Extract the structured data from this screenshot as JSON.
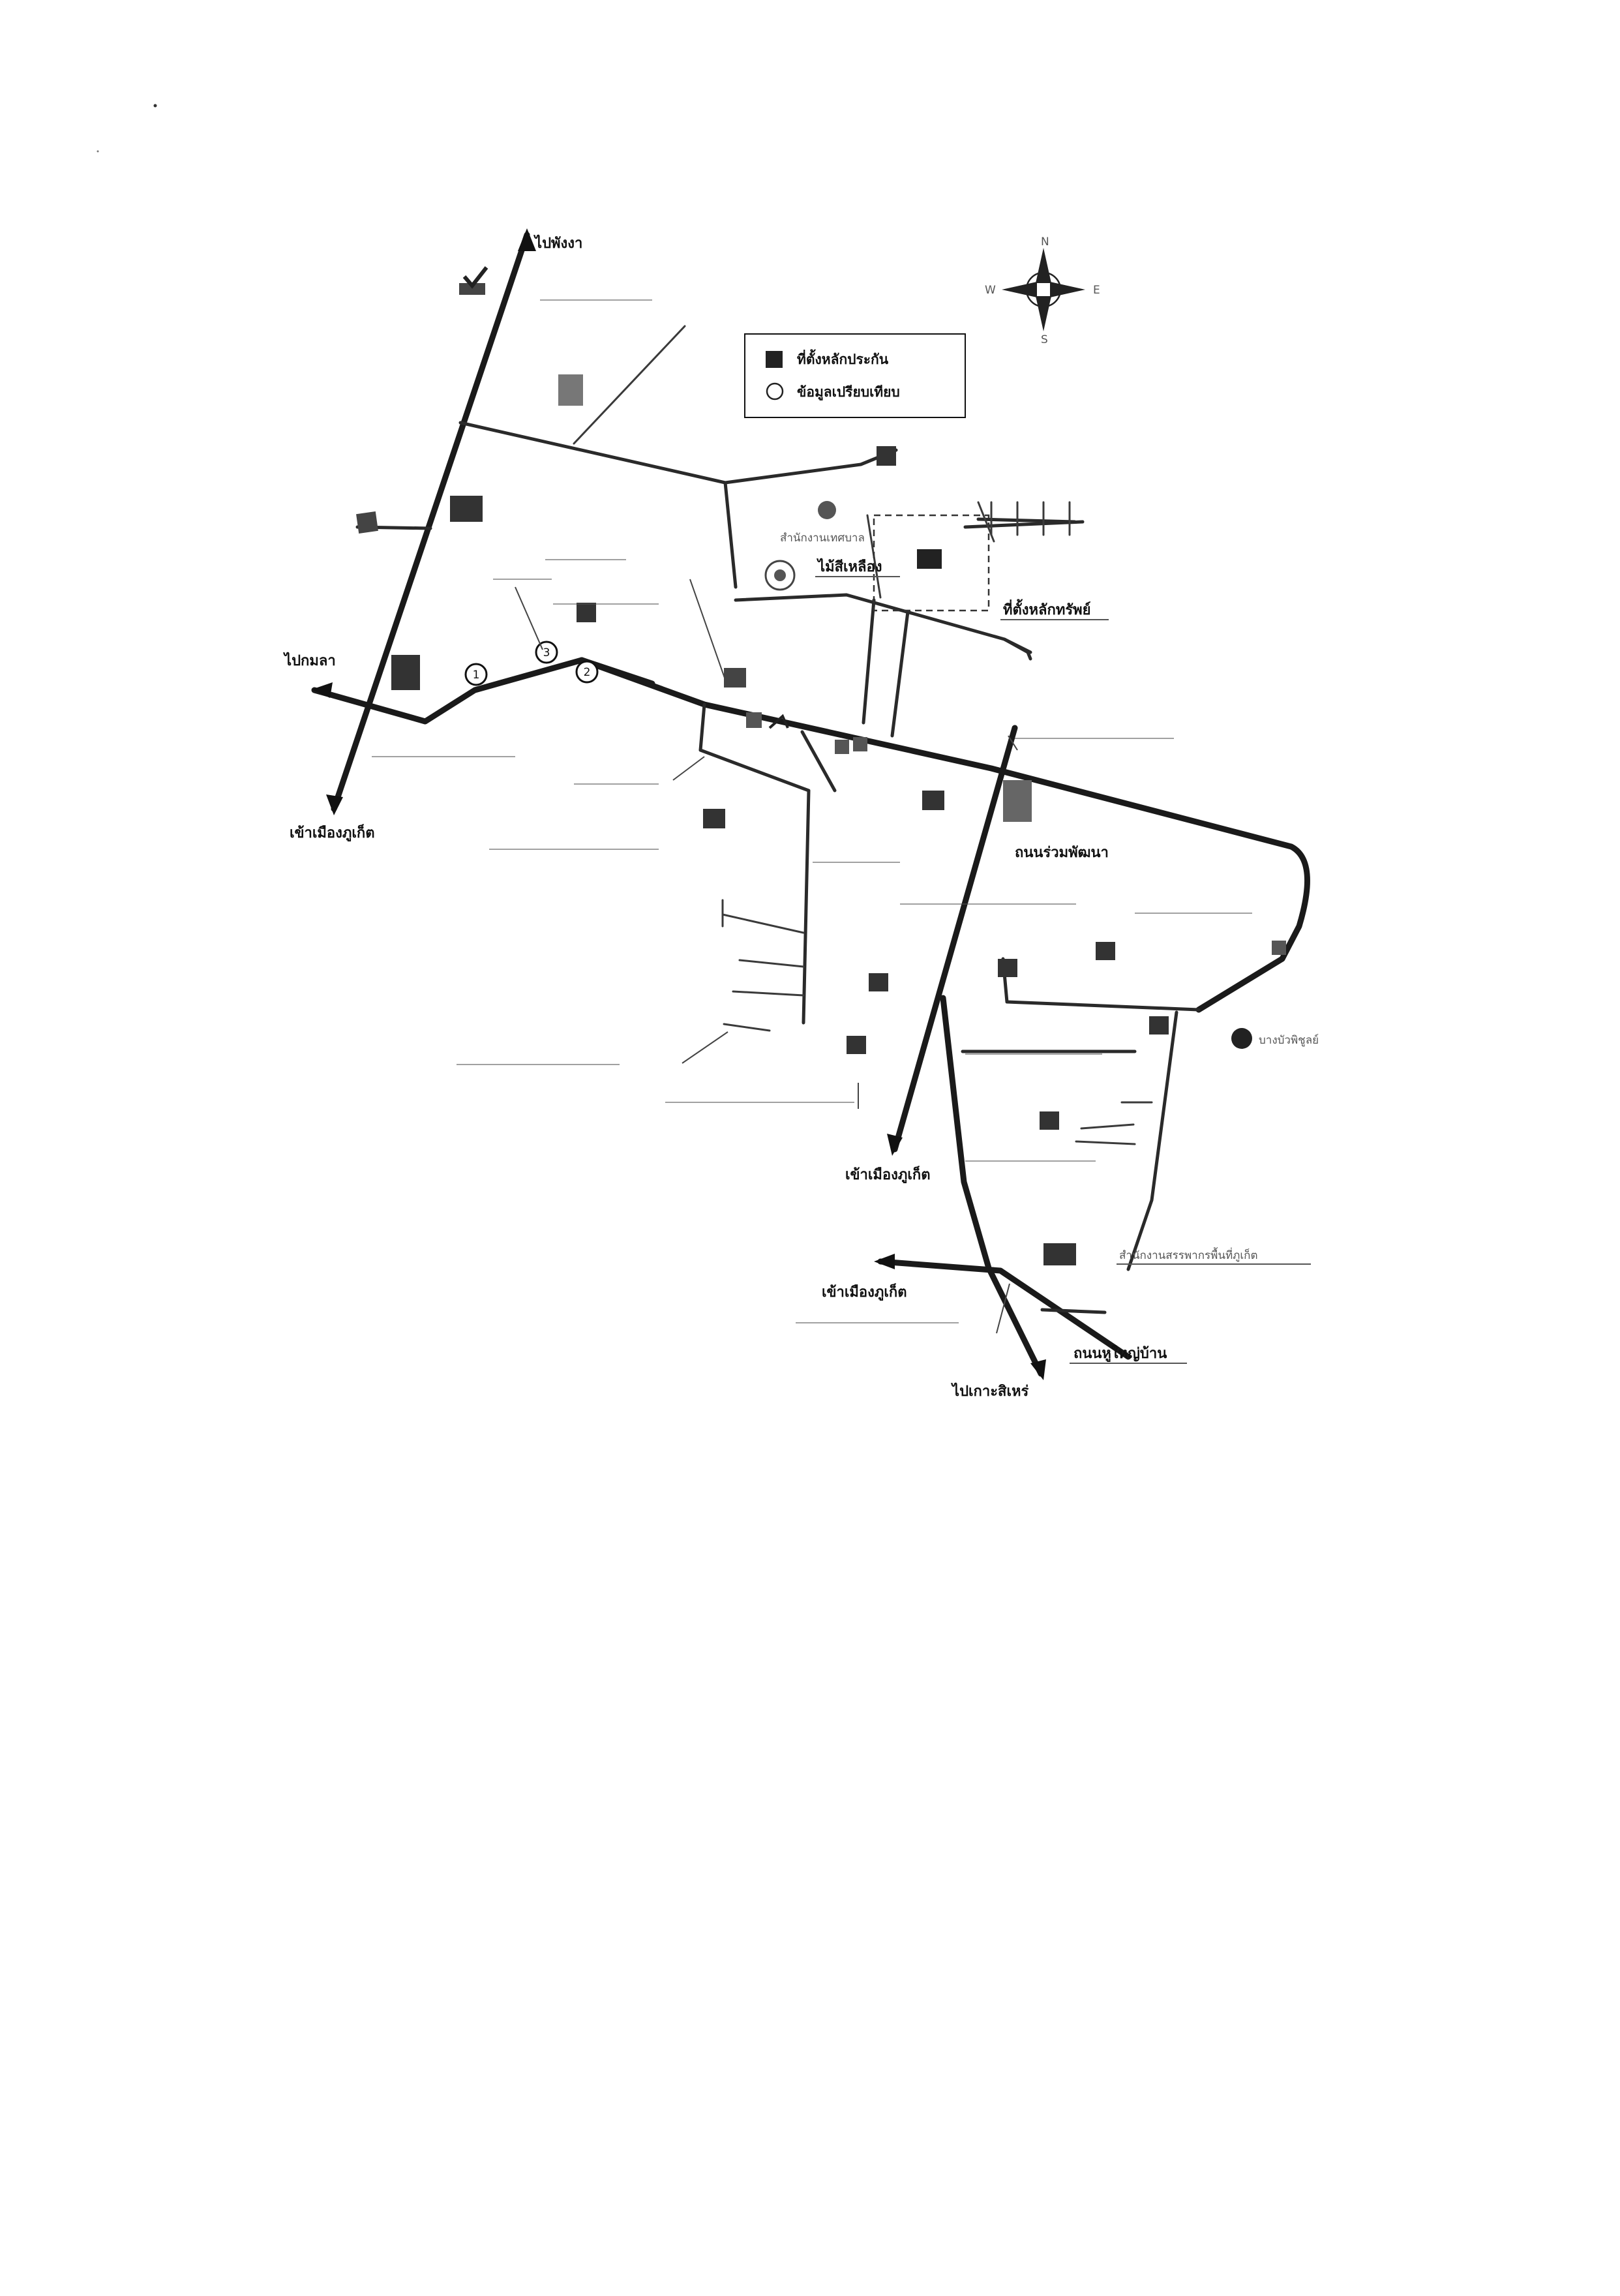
{
  "legend": {
    "items": [
      {
        "symbol": "filled-square",
        "label": "ที่ตั้งหลักประกัน"
      },
      {
        "symbol": "circle",
        "label": "ข้อมูลเปรียบเทียบ"
      }
    ]
  },
  "compass": {
    "n": "N",
    "s": "S",
    "e": "E",
    "w": "W"
  },
  "destinations": {
    "to_phang_nga": "ไปพังงา",
    "to_kamala": "ไปกมลา",
    "to_phuket_town_1": "เข้าเมืองภูเก็ต",
    "to_phuket_town_2": "เข้าเมืองภูเก็ต",
    "to_phuket_town_3": "เข้าเมืองภูเก็ต",
    "to_ko_sire": "ไปเกาะสิเหร่"
  },
  "roads": {
    "ruamphatthana": "ถนนร่วมพัฒนา",
    "nai_nong_yao": "ถนนหูใหญ่บ้าน"
  },
  "places": {
    "subject_site": "ที่ตั้งหลักทรัพย์",
    "subject_label": "ไม้สีเหลือง",
    "municipal_office": "สำนักงานเทศบาล",
    "land_office": "สำนักงานสรรพากรพื้นที่ภูเก็ต",
    "shop_mart": "บางบัวพิชูลย์"
  },
  "comparables": [
    "1",
    "2",
    "3"
  ]
}
